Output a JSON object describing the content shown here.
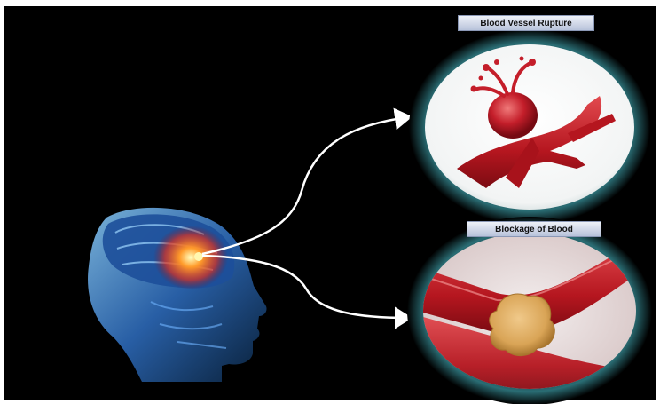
{
  "labels": {
    "rupture": "Blood Vessel Rupture",
    "blockage": "Blockage of Blood"
  },
  "colors": {
    "background": "#000000",
    "ring": "#1f5f66",
    "vessel": "#c41e2a",
    "clot": "#d9a456",
    "brain_glow": "#ff6a1a",
    "skull": "#3d7fd4",
    "arrow": "#ffffff"
  },
  "icons": {
    "head": "brain-head-icon",
    "aneurysm": "aneurysm-illustration",
    "clot": "blood-clot-illustration"
  }
}
